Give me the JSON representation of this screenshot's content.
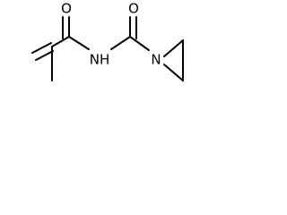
{
  "molecule": {
    "atoms": {
      "o1": "O",
      "o2": "O",
      "nh": "NH",
      "n": "N"
    }
  }
}
